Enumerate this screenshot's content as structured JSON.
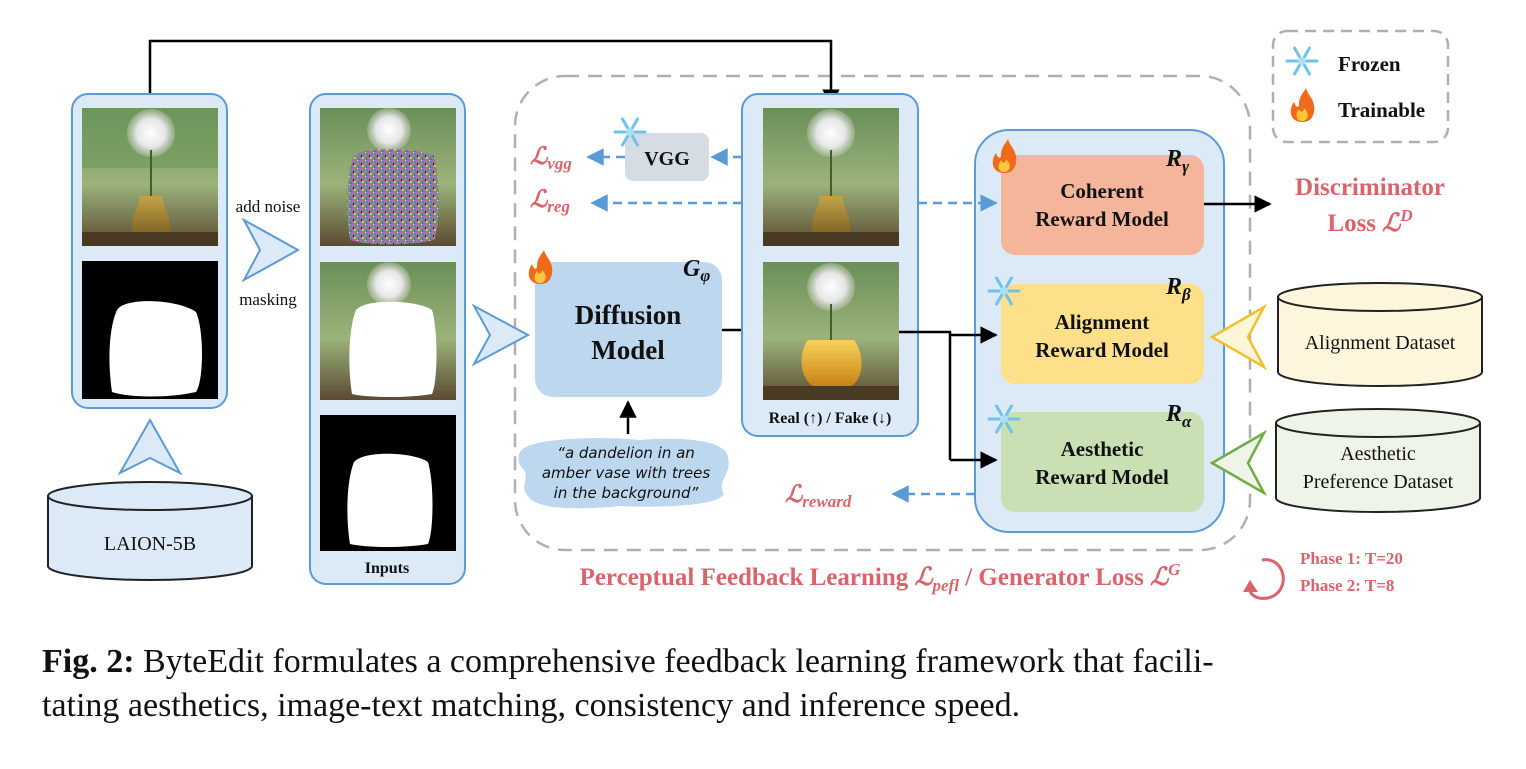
{
  "labels": {
    "add_noise": "add noise",
    "masking": "masking",
    "laion": "LAION-5B",
    "inputs": "Inputs",
    "real_fake": "Real (↑) / Fake (↓)",
    "vgg": "VGG",
    "diffusion_line1": "Diffusion",
    "diffusion_line2": "Model",
    "g_phi_main": "G",
    "g_phi_sub": "φ",
    "prompt_line1": "“a dandelion in an",
    "prompt_line2": "amber vase with trees",
    "prompt_line3": "in the background”",
    "coherent_line1": "Coherent",
    "coherent_line2": "Reward Model",
    "alignment_line1": "Alignment",
    "alignment_line2": "Reward Model",
    "aesthetic_line1": "Aesthetic",
    "aesthetic_line2": "Reward Model",
    "r_gamma_main": "R",
    "r_gamma_sub": "γ",
    "r_beta_main": "R",
    "r_beta_sub": "β",
    "r_alpha_main": "R",
    "r_alpha_sub": "α",
    "disc_line1": "Discriminator",
    "disc_line2_text": "Loss ",
    "disc_line2_L": "ℒ",
    "disc_line2_sup": "D",
    "alignment_dataset": "Alignment Dataset",
    "aesthetic_ds_line1": "Aesthetic",
    "aesthetic_ds_line2": "Preference Dataset",
    "legend_frozen": "Frozen",
    "legend_trainable": "Trainable",
    "l_symbol": "ℒ",
    "l_vgg_sub": "vgg",
    "l_reg_sub": "reg",
    "l_reward_sub": "reward",
    "pfl_text1": "Perceptual Feedback Learning ",
    "pfl_L": "ℒ",
    "pfl_sub": "pefl",
    "pfl_text2": " / Generator Loss ",
    "pfl_L2": "ℒ",
    "pfl_sup": "G",
    "phase1": "Phase 1: T=20",
    "phase2": "Phase 2: T=8"
  },
  "caption": {
    "fig_label": "Fig. 2:",
    "text_line1": " ByteEdit formulates a comprehensive feedback learning framework that facili-",
    "text_line2": "tating aesthetics, image-text matching, consistency and inference speed."
  },
  "colors": {
    "panel_stroke": "#5b9bd5",
    "panel_fill": "#dce9f6",
    "diffusion_fill": "#bdd7ee",
    "coherent_fill": "#f4b59a",
    "alignment_fill": "#ffe08a",
    "aesthetic_fill": "#c9e0b4",
    "loss_red": "#d9646b",
    "dash_gray": "#b0b0b0",
    "vgg_fill": "#d6dce4",
    "align_ds_fill": "#fdf6dc",
    "aesthetic_ds_fill": "#eef4e8",
    "align_arrow": "#f2c02e",
    "aesthetic_arrow": "#70ad47"
  },
  "icons": {
    "frozen": "snowflake-icon",
    "trainable": "fire-icon"
  }
}
